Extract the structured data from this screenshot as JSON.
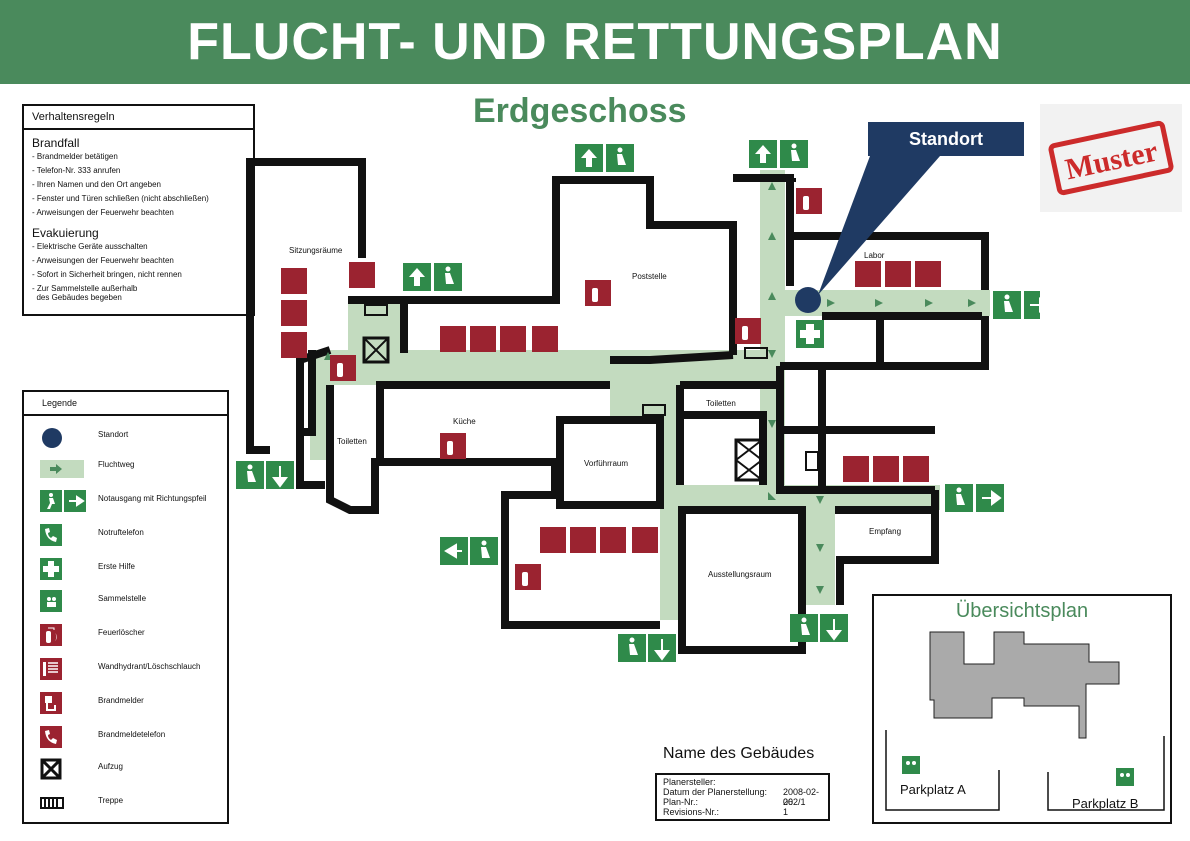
{
  "title": "FLUCHT- UND RETTUNGSPLAN",
  "floor": "Erdgeschoss",
  "standort_label": "Standort",
  "stamp": "Muster",
  "rules": {
    "heading": "Verhaltensregeln",
    "fire_heading": "Brandfall",
    "fire_items": [
      "- Brandmelder betätigen",
      "- Telefon-Nr. 333 anrufen",
      "- Ihren Namen und den Ort angeben",
      "- Fenster und Türen schließen (nicht abschließen)",
      "- Anweisungen der Feuerwehr beachten"
    ],
    "evac_heading": "Evakuierung",
    "evac_items": [
      "- Elektrische Geräte ausschalten",
      "- Anweisungen der Feuerwehr beachten",
      "- Sofort in Sicherheit bringen, nicht rennen",
      "- Zur Sammelstelle außerhalb",
      "  des Gebäudes begeben"
    ]
  },
  "legend": {
    "heading": "Legende",
    "items": [
      {
        "label": "Standort",
        "icon": "standort-dot"
      },
      {
        "label": "Fluchtweg",
        "icon": "escape-arrow"
      },
      {
        "label": "Notausgang mit Richtungspfeil",
        "icon": "exit-sign"
      },
      {
        "label": "Notruftelefon",
        "icon": "emergency-phone"
      },
      {
        "label": "Erste Hilfe",
        "icon": "first-aid-cross"
      },
      {
        "label": "Sammelstelle",
        "icon": "assembly-point"
      },
      {
        "label": "Feuerlöscher",
        "icon": "fire-extinguisher"
      },
      {
        "label": "Wandhydrant/Löschschlauch",
        "icon": "fire-hose"
      },
      {
        "label": "Brandmelder",
        "icon": "fire-alarm"
      },
      {
        "label": "Brandmeldetelefon",
        "icon": "fire-phone"
      },
      {
        "label": "Aufzug",
        "icon": "elevator"
      },
      {
        "label": "Treppe",
        "icon": "stairs"
      }
    ]
  },
  "rooms": {
    "sitzung": "Sitzungsräume",
    "post": "Poststelle",
    "labor": "Labor",
    "kueche": "Küche",
    "toil1": "Toiletten",
    "toil2": "Toiletten",
    "vorfuehr": "Vorführraum",
    "ausstell": "Ausstellungsraum",
    "empfang": "Empfang"
  },
  "overview": {
    "title": "Übersichtsplan",
    "park_a": "Parkplatz A",
    "park_b": "Parkplatz B"
  },
  "building": {
    "name": "Name des Gebäudes",
    "rows": [
      {
        "k": "Planersteller:",
        "v": ""
      },
      {
        "k": "Datum der Planerstellung:",
        "v": "2008-02-26"
      },
      {
        "k": "Plan-Nr.:",
        "v": "002/1"
      },
      {
        "k": "Revisions-Nr.:",
        "v": "1"
      }
    ]
  },
  "colors": {
    "green": "#4a8a5c",
    "red": "#9b2330",
    "path": "#c3dbbf",
    "navy": "#1f3a63"
  }
}
